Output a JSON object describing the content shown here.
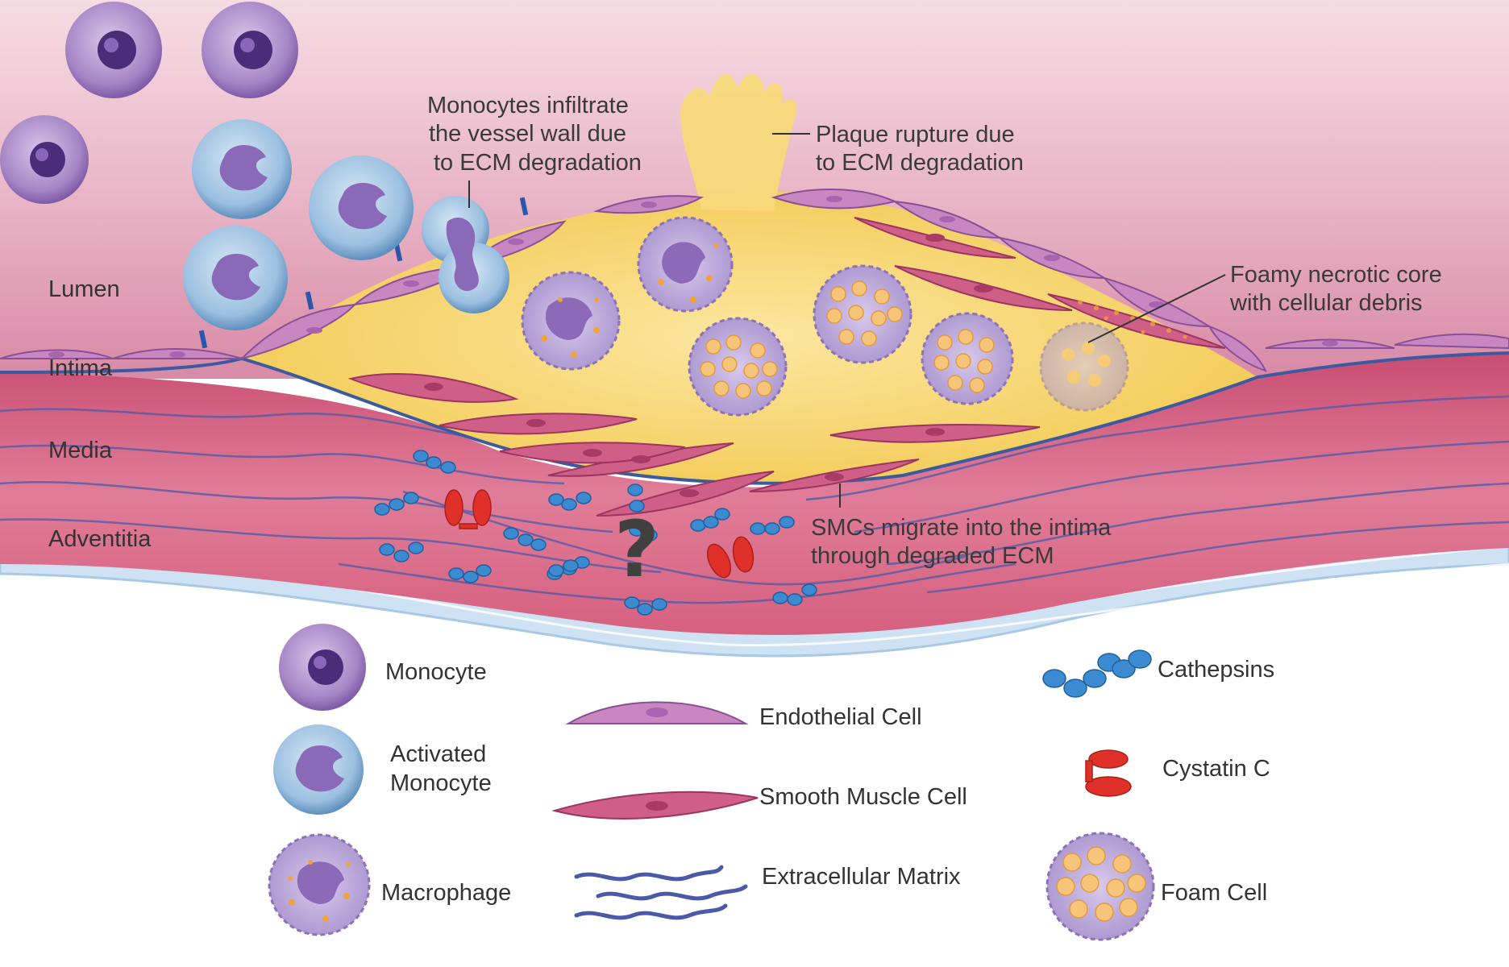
{
  "layer_labels": {
    "lumen": "Lumen",
    "intima": "Intima",
    "media": "Media",
    "adventitia": "Adventitia"
  },
  "annotations": {
    "monocytes": [
      "Monocytes infiltrate",
      "the vessel wall due",
      "to ECM degradation"
    ],
    "rupture": [
      "Plaque rupture due",
      "to ECM degradation"
    ],
    "necrotic": [
      "Foamy necrotic core",
      "with cellular debris"
    ],
    "smc": [
      "SMCs migrate into the intima",
      "through degraded ECM"
    ]
  },
  "unknown_mark": "?",
  "legend": {
    "monocyte": "Monocyte",
    "activated_monocyte": [
      "Activated",
      "Monocyte"
    ],
    "macrophage": "Macrophage",
    "endothelial_cell": "Endothelial Cell",
    "smooth_muscle_cell": "Smooth Muscle Cell",
    "extracellular_matrix": "Extracellular Matrix",
    "cathepsins": "Cathepsins",
    "cystatin_c": "Cystatin C",
    "foam_cell": "Foam Cell"
  },
  "colors": {
    "lumen": "#e3a9bd",
    "plaque": "#f6d060",
    "media": "#d86a8a",
    "adventitia": "#c8ddf0",
    "monocyte": "#9a74b8",
    "activated_monocyte": "#8fb4d8",
    "endothelial": "#c07ab8",
    "smooth_muscle": "#c9557a",
    "ecm": "#4a5aa8",
    "cathepsin": "#3c8ad0",
    "cystatin": "#e0302a",
    "foam_lipid": "#f7c57a"
  }
}
